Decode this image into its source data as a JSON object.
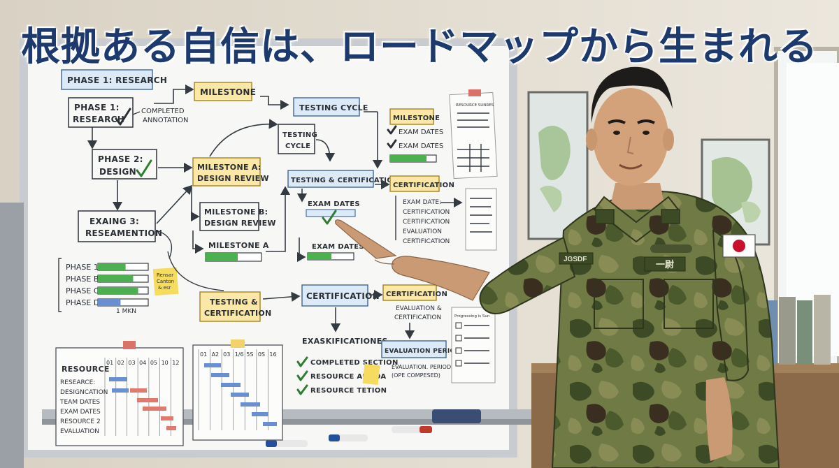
{
  "headline": "根拠ある自信は、ロードマップから生まれる",
  "whiteboard": {
    "phase1_header": "PHASE 1: RESEARCH",
    "phase1_box": [
      "PHASE 1:",
      "RESEARCH"
    ],
    "completed_note": [
      "COMPLETED",
      "ANNOTATION"
    ],
    "phase2_box": [
      "PHASE 2:",
      "DESIGN"
    ],
    "phase3_box": [
      "EXAING 3:",
      "RESEAMENTION"
    ],
    "phase_bars": [
      "PHASE 1",
      "PHASE B",
      "PHASE C",
      "PHASE D"
    ],
    "phase_bar_fill": [
      0.55,
      0.7,
      0.8,
      0.45
    ],
    "phase_axis": "1 MKN",
    "sticky_small": [
      "Rensar",
      "Canton",
      "& esr"
    ],
    "milestone_top": "MILESTONE",
    "milestone_a": [
      "MILESTONE A:",
      "DESIGN REVIEW"
    ],
    "milestone_b": [
      "MILESTONE B:",
      "DESIGN REVIEW"
    ],
    "milestone_a2": "MILESTONE A",
    "testing_cert_yellow": [
      "TESTING &",
      "CERTIFICATION"
    ],
    "testing_cycle_header": "TESTING CYCLE",
    "testing_cycle_box": [
      "TESTING",
      "CYCLE"
    ],
    "testing_cert_blue": "TESTING & CERTIFICATION",
    "exam_dates_1": "EXAM DATES",
    "exam_dates_2": "EXAM DATES",
    "certification_blue": "CERTIFICATION",
    "exams_list_title": "EXASKIFICATIONES",
    "exams_list": [
      "COMPLETED SECTION",
      "RESOURCE ALLIOA",
      "RESOURCE TETION"
    ],
    "milestone_right": "MILESTONE",
    "milestone_right_items": [
      "EXAM DATES",
      "EXAM DATES"
    ],
    "certification_right": "CERTIFICATION",
    "cert_right_items": [
      "EXAM DATE:",
      "CERTIFICATION",
      "CERTIFICATION",
      "EVALUATION",
      "CERTIFICATION"
    ],
    "certification_right2": "CERTIFICATION",
    "eval_cert": [
      "EVALUATION &",
      "CERTIFICATION"
    ],
    "eval_period_box": "EVALUATION PERIOD",
    "eval_period_note": [
      "EVALUATION. PERIOD",
      "(OPE COMPESED)"
    ],
    "gantt_left": {
      "title": "RESOURCE",
      "columns": [
        "01",
        "02",
        "03",
        "04",
        "05",
        "10",
        "12"
      ],
      "rows": [
        "RESEARCE:",
        "DESIGNCATION",
        "TEAM DATES",
        "EXAM DATES",
        "RESOURCE 2",
        "EVALUATION"
      ]
    },
    "gantt_mid": {
      "columns": [
        "01",
        "A2",
        "03",
        "1/6",
        "5S",
        "0S",
        "16"
      ]
    },
    "resource_sheet_title": "RESOURCE SUNRES",
    "checklist_title": "Progressing is Sun"
  },
  "soldier": {
    "name_tag": "JGSDF",
    "rank_tag": "一尉"
  },
  "colors": {
    "headline": "#1d3a6e",
    "bar_green": "#4caf50",
    "box_blue": "#dce9f6",
    "box_yellow": "#fbe8a6"
  }
}
